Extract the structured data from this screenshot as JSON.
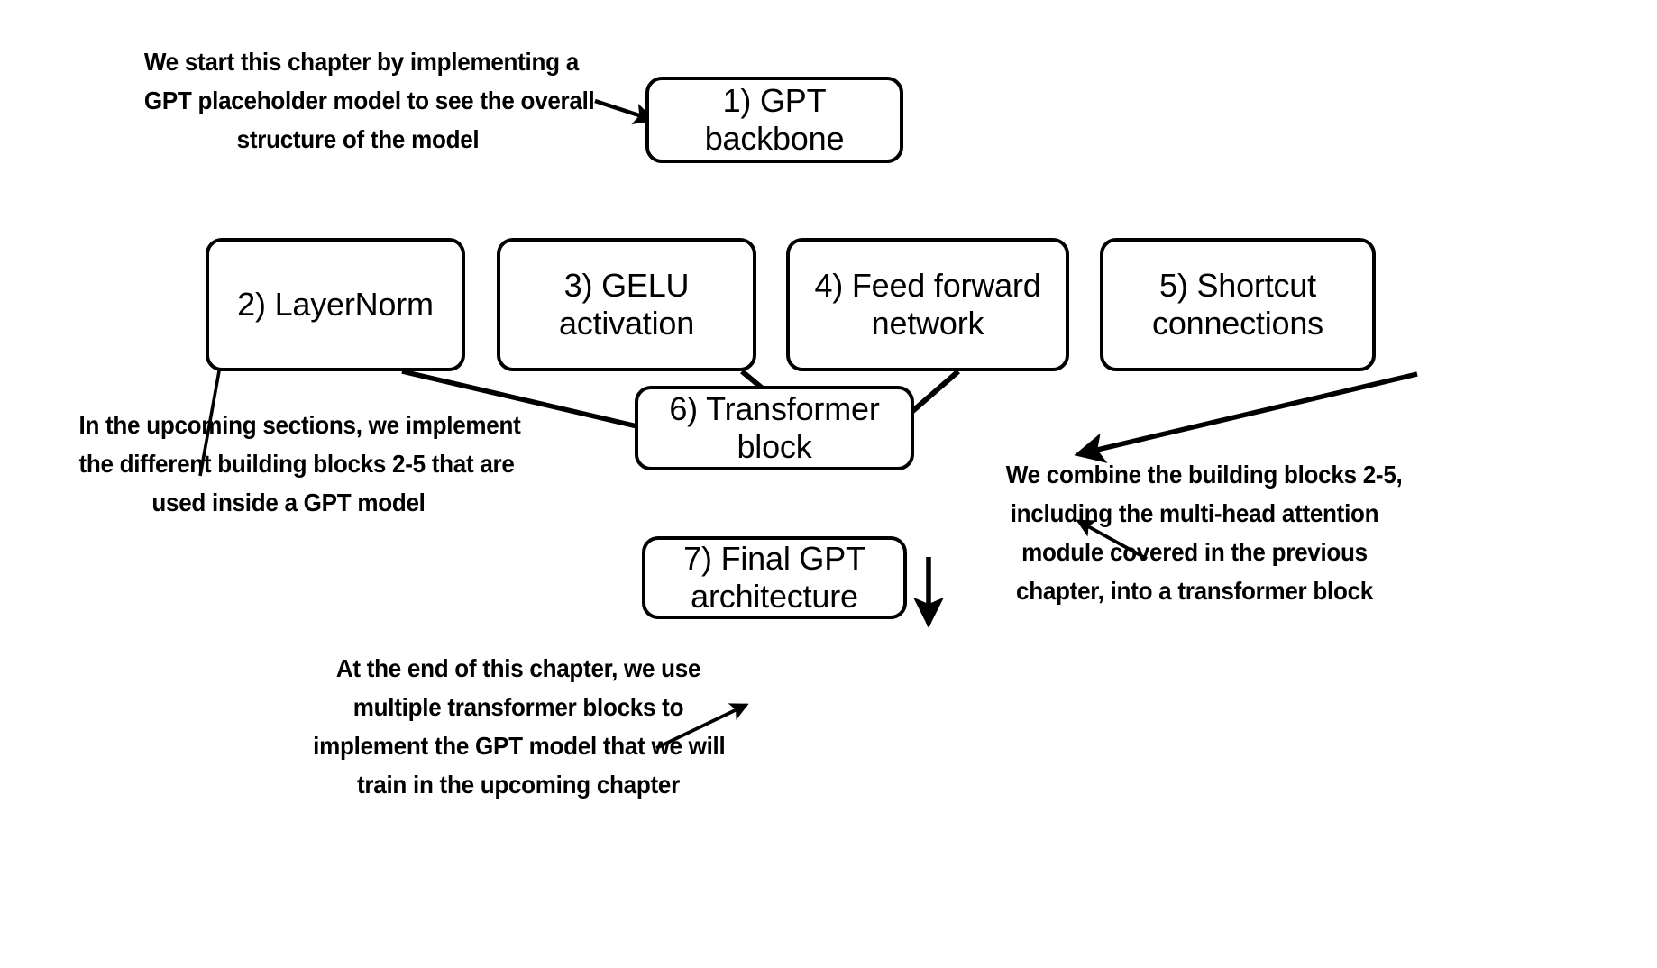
{
  "diagram": {
    "title": "GPT model chapter overview flow diagram",
    "background_color": "#ffffff",
    "stroke_color": "#000000",
    "nodes": [
      {
        "id": "node-1",
        "number": "1)",
        "label": "1) GPT\nbackbone"
      },
      {
        "id": "node-2",
        "number": "2)",
        "label": "2) LayerNorm"
      },
      {
        "id": "node-3",
        "number": "3)",
        "label": "3) GELU\nactivation"
      },
      {
        "id": "node-4",
        "number": "4)",
        "label": "4) Feed forward\nnetwork"
      },
      {
        "id": "node-5",
        "number": "5)",
        "label": "5) Shortcut\nconnections"
      },
      {
        "id": "node-6",
        "number": "6)",
        "label": "6) Transformer\nblock"
      },
      {
        "id": "node-7",
        "number": "7)",
        "label": "7) Final GPT\narchitecture"
      }
    ],
    "annotations": {
      "intro": {
        "lines": [
          "We start this chapter by implementing a",
          "GPT placeholder model to see the overall",
          "structure of the model"
        ]
      },
      "blocks": {
        "lines": [
          "In the upcoming sections, we implement",
          "the different building blocks 2-5 that are",
          "used inside a GPT model"
        ]
      },
      "combine": {
        "lines": [
          "We combine the building blocks 2-5,",
          "including the multi-head attention",
          "module covered in the previous",
          "chapter, into a transformer block"
        ]
      },
      "final": {
        "lines": [
          "At the end of this chapter, we use",
          "multiple transformer blocks to",
          "implement the GPT model that we will",
          "train in the upcoming chapter"
        ]
      }
    }
  }
}
